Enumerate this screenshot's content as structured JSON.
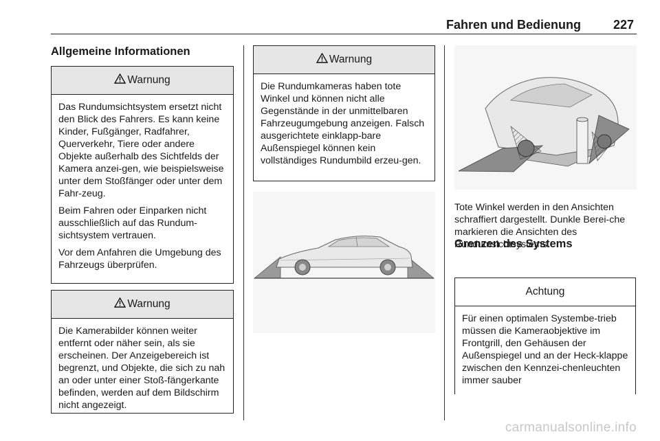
{
  "header": {
    "title": "Fahren und Bedienung",
    "page_number": "227"
  },
  "section_general": "Allgemeine Informationen",
  "warning_label": "Warnung",
  "warning_icon": "warning-triangle-icon",
  "warning1": {
    "p1": "Das Rundumsichtsystem ersetzt nicht den Blick des Fahrers. Es kann keine Kinder, Fußgänger, Radfahrer, Querverkehr, Tiere oder andere Objekte außerhalb des Sichtfelds der Kamera anzei-gen, wie beispielsweise unter dem Stoßfänger oder unter dem Fahr-zeug.",
    "p2": "Beim Fahren oder Einparken nicht ausschließlich auf das Rundum-sichtsystem vertrauen.",
    "p3": "Vor dem Anfahren die Umgebung des Fahrzeugs überprüfen."
  },
  "warning2": {
    "p1": "Die Kamerabilder können weiter entfernt oder näher sein, als sie erscheinen. Der Anzeigebereich ist begrenzt, und Objekte, die sich zu nah an oder unter einer Stoß-fängerkante befinden, werden auf dem Bildschirm nicht angezeigt."
  },
  "warning3": {
    "p1": "Die Rundumkameras haben tote Winkel und können nicht alle Gegenstände in der unmittelbaren Fahrzeugumgebung anzeigen. Falsch ausgerichtete einklapp-bare Außenspiegel können kein vollständiges Rundumbild erzeu-gen."
  },
  "caption": "Tote Winkel werden in den Ansichten schraffiert dargestellt. Dunkle Berei-che markieren die Ansichten des Rundumsichtsystems.",
  "section_limits": "Grenzen des Systems",
  "caution": {
    "label": "Achtung",
    "p1": "Für einen optimalen Systembe-trieb müssen die Kameraobjektive im Frontgrill, den Gehäusen der Außenspiegel und an der Heck-klappe zwischen den Kennzei-chenleuchten immer sauber"
  },
  "footer": "carmanualsonline.info"
}
